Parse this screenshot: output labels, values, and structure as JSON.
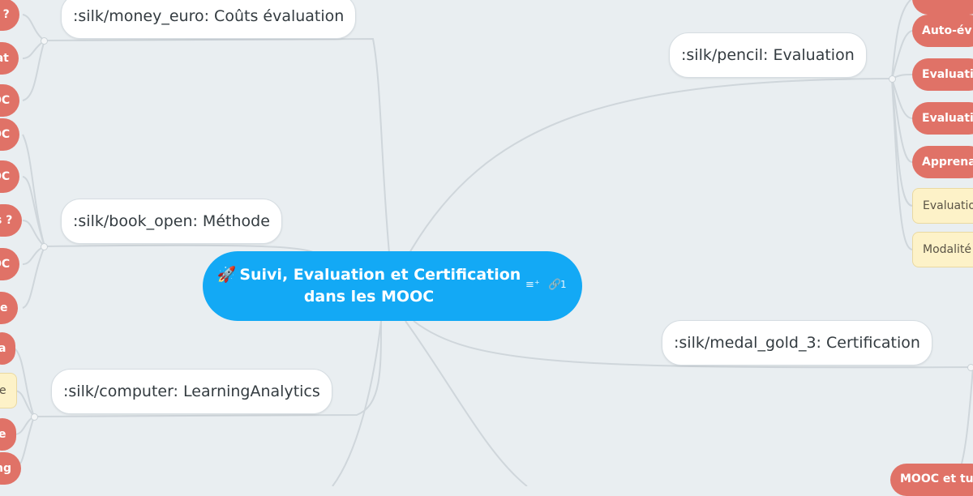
{
  "root": {
    "icon": "rocket-icon",
    "title_line1": "Suivi, Evaluation et Certification",
    "title_line2": "dans les MOOC",
    "notes_icon": "notes-icon",
    "link_icon": "link-icon",
    "link_count": "1"
  },
  "topics": {
    "couts": ":silk/money_euro: Coûts évaluation",
    "methode": ":silk/book_open: Méthode",
    "learning": ":silk/computer: LearningAnalytics",
    "evaluation": ":silk/pencil: Evaluation",
    "certification": ":silk/medal_gold_3: Certification"
  },
  "left_leaves": [
    "t ?",
    "tat",
    "OC",
    "OC",
    "OC",
    "s ?",
    "OC",
    "de",
    "a",
    "e",
    "e",
    "ng"
  ],
  "right_leaves": [
    "Auto-év",
    "Evaluatio",
    "Evaluatio",
    "Apprena",
    "Evaluatio",
    "Modalité",
    "MOOC et tu"
  ],
  "colors": {
    "background": "#e9eef1",
    "root": "#13a9f5",
    "leaf_red": "#e07267",
    "leaf_yellow": "#fdf2c8",
    "connector": "#cfd6db"
  }
}
